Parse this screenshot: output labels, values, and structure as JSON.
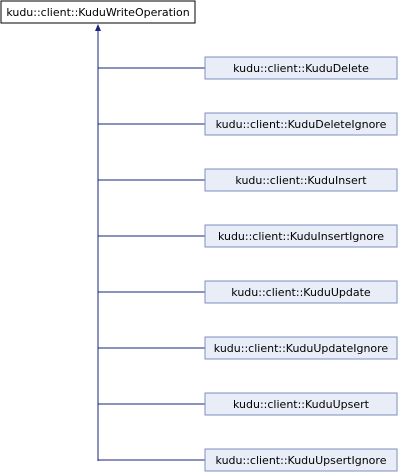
{
  "diagram": {
    "base_class": {
      "label": "kudu::client::KuduWriteOperation"
    },
    "derived_classes": [
      {
        "label": "kudu::client::KuduDelete"
      },
      {
        "label": "kudu::client::KuduDeleteIgnore"
      },
      {
        "label": "kudu::client::KuduInsert"
      },
      {
        "label": "kudu::client::KuduInsertIgnore"
      },
      {
        "label": "kudu::client::KuduUpdate"
      },
      {
        "label": "kudu::client::KuduUpdateIgnore"
      },
      {
        "label": "kudu::client::KuduUpsert"
      },
      {
        "label": "kudu::client::KuduUpsertIgnore"
      }
    ],
    "colors": {
      "base_fill": "#ffffff",
      "base_stroke": "#000000",
      "derived_fill": "#e8edf8",
      "derived_stroke": "#7e8ec2",
      "edge": "#1a237e"
    }
  }
}
